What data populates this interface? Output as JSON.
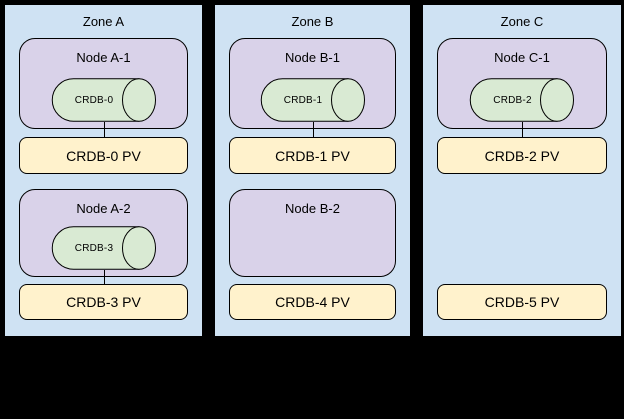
{
  "diagram": {
    "description": "Three-zone CockroachDB node and persistent volume layout diagram",
    "background_color": "#000000"
  },
  "colors": {
    "zone_fill": "#cfe2f3",
    "node_fill": "#d9d2e9",
    "pod_fill": "#d9ead3",
    "pv_fill": "#fff2cc",
    "border": "#000000",
    "text": "#000000"
  },
  "zones": [
    {
      "label": "Zone A",
      "nodes": [
        {
          "label": "Node A-1",
          "pod_label": "CRDB-0"
        },
        {
          "label": "Node A-2",
          "pod_label": "CRDB-3"
        }
      ],
      "pvs": [
        {
          "label": "CRDB-0 PV"
        },
        {
          "label": "CRDB-3 PV"
        }
      ]
    },
    {
      "label": "Zone B",
      "nodes": [
        {
          "label": "Node B-1",
          "pod_label": "CRDB-1"
        },
        {
          "label": "Node B-2",
          "pod_label": ""
        }
      ],
      "pvs": [
        {
          "label": "CRDB-1 PV"
        },
        {
          "label": "CRDB-4 PV"
        }
      ]
    },
    {
      "label": "Zone C",
      "nodes": [
        {
          "label": "Node C-1",
          "pod_label": "CRDB-2"
        }
      ],
      "pvs": [
        {
          "label": "CRDB-2 PV"
        },
        {
          "label": "CRDB-5 PV"
        }
      ]
    }
  ]
}
